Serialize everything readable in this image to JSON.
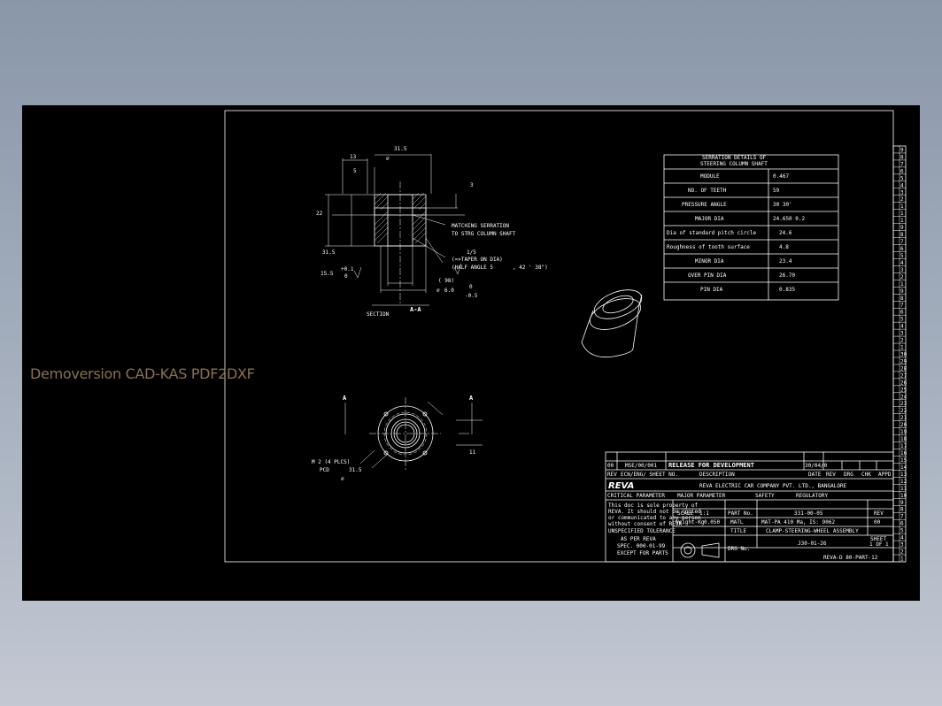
{
  "watermark": "Demoversion CAD-KAS PDF2DXF",
  "section_view": {
    "title": "A-A",
    "subtitle": "SECTION",
    "dims": {
      "d13": "13",
      "dia": "31.5",
      "d5": "5",
      "d22": "22",
      "d3": "3",
      "d31_5": "31.5",
      "d15_5": "15.5",
      "tol_top": "+0.1",
      "tol_bot": "0",
      "d1_5": "1/5",
      "d6_0": "6.0",
      "d0": "0",
      "d_neg": "-0.5",
      "paren": "( 98)"
    },
    "notes": [
      "MATCHING SERRATION",
      "TO STRG COLUMN SHAFT",
      "(=>TAPER ON DIA)",
      "(HALF ANGLE 5",
      ", 42 ' 38\")"
    ]
  },
  "plan_view": {
    "label_a_left": "A",
    "label_a_right": "A",
    "dim_11": "11",
    "note_m2": "M 2  (4 PLCS)",
    "note_pcd": "PCD",
    "pcd_value": "31.5"
  },
  "serration_table": {
    "title_line1": "SERRATION DETAILS OF",
    "title_line2": "STEERING COLUMN SHAFT",
    "rows": [
      {
        "label": "MODULE",
        "value": "0.467"
      },
      {
        "label": "NO. OF TEETH",
        "value": "59"
      },
      {
        "label": "PRESSURE ANGLE",
        "value": "30  30'"
      },
      {
        "label": "MAJOR DIA",
        "value": "24.650   0.2"
      },
      {
        "label": "Dia of standard pitch circle",
        "value": "24.6"
      },
      {
        "label": "Roughness of tooth surface",
        "value": "4.8"
      },
      {
        "label": "MINOR DIA",
        "value": "23.4"
      },
      {
        "label": "OVER PIN DIA",
        "value": "26.70"
      },
      {
        "label": "PIN DIA",
        "value": "0.835"
      }
    ]
  },
  "revision_table": {
    "rows": [
      {
        "rev": "00",
        "ref": "MSE/00/001",
        "desc": "RELEASE FOR DEVELOPMENT",
        "date": "30/04/0"
      },
      {
        "rev": "REV",
        "ref": "ECN/ENG/ SHEET NO.",
        "desc": "DESCRIPTION",
        "date": "DATE"
      }
    ],
    "headers": [
      "REV",
      "DRG",
      "CHK",
      "APPD"
    ]
  },
  "title_block": {
    "logo": "REVA",
    "company": "REVA  ELECTRIC  CAR  COMPANY  PVT.  LTD.,  BANGALORE",
    "critical": "CRITICAL PARAMETER",
    "major": "MAJOR PARAMETER",
    "safety": "SAFETY",
    "regulatory": "REGULATORY",
    "scale_label": "SCALE",
    "scale": "1:1",
    "part_label": "PART No.",
    "part_no": "331-00-05",
    "rev_label": "REV",
    "rev": "00",
    "weight_label": "Weight-Kg",
    "weight": "0.050",
    "matl_label": "MATL",
    "material": "MAT-PA 410 Ma, IS: 9062",
    "title_label": "TITLE",
    "title": "CLAMP-STEERING-WHEEL ASSEMBLY",
    "drg_label": "DRG No.",
    "drg_no": "J30-01-26",
    "sheet_label": "SHEET",
    "sheet": "1 OF 1",
    "doc_ref": "REVA-D  80-PART-12",
    "notice": [
      "This doc is sole property of",
      "REVA. It should not be copied",
      "or communicated to any person",
      "without consent of REVA"
    ],
    "unspec": "UNSPECIFIED TOLERANCE",
    "spec": "AS PER REVA",
    "spec2": "SPEC. 000-01-99",
    "spec3": "EXCEPT FOR PARTS"
  },
  "side_strip": [
    "9",
    "8",
    "7",
    "6",
    "5",
    "4",
    "3",
    "2",
    "1",
    "1",
    "1",
    "9",
    "8",
    "7",
    "6",
    "5",
    "4",
    "3",
    "2",
    "1",
    "9",
    "8",
    "7",
    "6",
    "5",
    "4",
    "3",
    "2",
    "1",
    "30",
    "29",
    "28",
    "27",
    "26",
    "25",
    "24",
    "23",
    "22",
    "21",
    "20",
    "19",
    "18",
    "17",
    "16",
    "15",
    "14",
    "13",
    "12",
    "11",
    "10",
    "9",
    "8",
    "7",
    "6",
    "5",
    "4",
    "3",
    "2",
    "1"
  ]
}
